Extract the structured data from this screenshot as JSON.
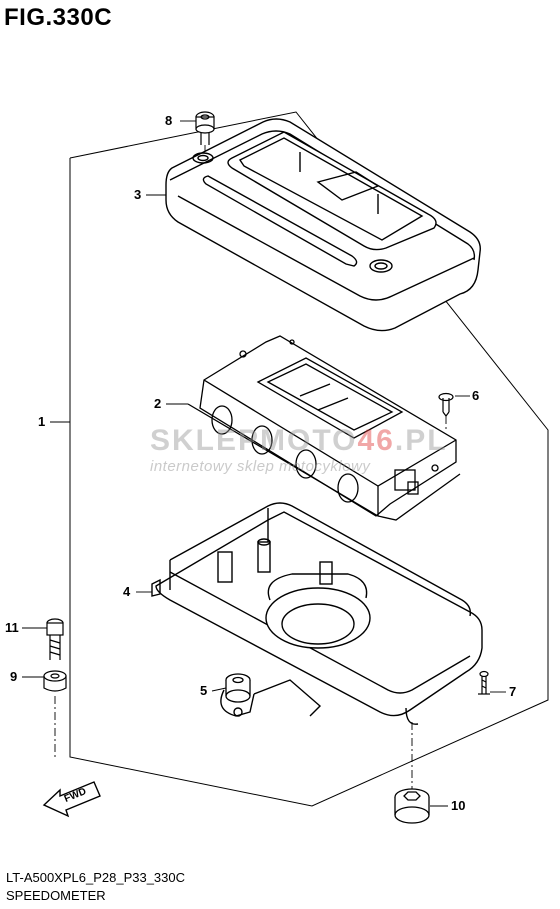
{
  "figure": {
    "title": "FIG.330C"
  },
  "watermark": {
    "brand_a": "SKLEP",
    "brand_b": "MOTO",
    "brand_c": "46",
    "brand_d": ".PL",
    "tagline": "internetowy sklep motocyklowy"
  },
  "callouts": [
    {
      "id": "1",
      "label": "1"
    },
    {
      "id": "2",
      "label": "2"
    },
    {
      "id": "3",
      "label": "3"
    },
    {
      "id": "4",
      "label": "4"
    },
    {
      "id": "5",
      "label": "5"
    },
    {
      "id": "6",
      "label": "6"
    },
    {
      "id": "7",
      "label": "7"
    },
    {
      "id": "8",
      "label": "8"
    },
    {
      "id": "9",
      "label": "9"
    },
    {
      "id": "10",
      "label": "10"
    },
    {
      "id": "11",
      "label": "11"
    }
  ],
  "direction_marker": {
    "label": "FWD"
  },
  "footer": {
    "code": "LT-A500XPL6_P28_P33_330C",
    "title": "SPEEDOMETER"
  }
}
